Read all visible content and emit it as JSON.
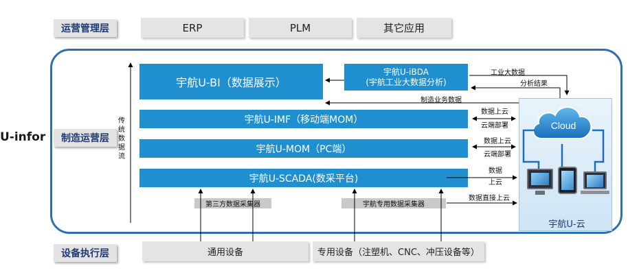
{
  "layers": {
    "operations": "运营管理层",
    "manufacturing": "制造运营层",
    "equipment": "设备执行层"
  },
  "top_systems": [
    "ERP",
    "PLM",
    "其它应用"
  ],
  "left_partial_text": "U-infor",
  "traditional_flow": "传统数据流",
  "bars": {
    "bi": "宇航U-BI（数据展示）",
    "ibda_line1": "宇航U-iBDA",
    "ibda_line2": "(宇航工业大数据分析)",
    "imf": "宇航U-IMF（移动端MOM）",
    "mom": "宇航U-MOM（PC端）",
    "scada": "宇航U-SCADA(数采平台)"
  },
  "labels": {
    "industrial_big_data": "工业大数据",
    "analysis_result": "分析结果",
    "manufacturing_business_data": "制造业务数据",
    "data_to_cloud_1": "数据上云",
    "cloud_deploy_1": "云端部署",
    "data_to_cloud_2": "数据上云",
    "cloud_deploy_2": "云端部署",
    "data": "数据",
    "to_cloud": "上云",
    "data_direct_to_cloud": "数据直接上云"
  },
  "collectors": {
    "third_party": "第三方数据采集器",
    "yuhang_dedicated": "宇航专用数据采集器"
  },
  "equipment": {
    "general": "通用设备",
    "dedicated": "专用设备（注塑机、CNC、冲压设备等）"
  },
  "cloud": {
    "label": "Cloud",
    "caption": "宇航U-云"
  },
  "colors": {
    "bar_blue": "#1f8fd0",
    "frame_blue": "#2e6fb0",
    "layer_text": "#1f3b76"
  }
}
